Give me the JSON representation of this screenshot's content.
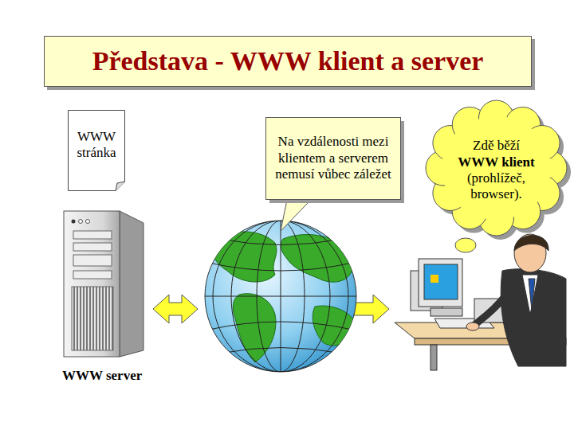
{
  "diagram": {
    "title": "Představa - WWW klient a server",
    "nodes": [
      {
        "text": [
          "WWW stránka"
        ]
      },
      {
        "text": [
          "Na vzdálenosti mezi klientem a serverem nemusí vůbec záležet"
        ]
      },
      {
        "text": [
          "Zdě běží",
          "WWW klient",
          "(prohlížeč, browser)."
        ]
      }
    ],
    "labels": [
      "WWW server"
    ]
  }
}
